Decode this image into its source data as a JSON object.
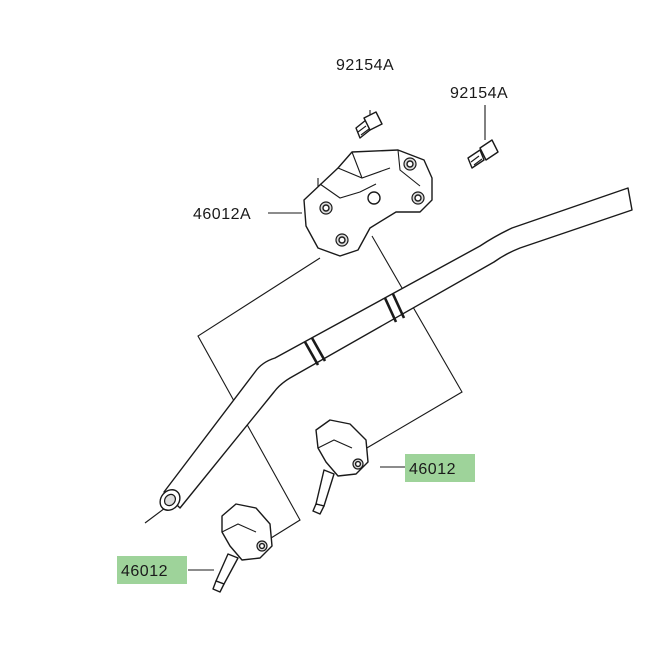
{
  "callouts": {
    "bolt_left": {
      "part_number": "92154A"
    },
    "bolt_right": {
      "part_number": "92154A"
    },
    "upper_clamp": {
      "part_number": "46012A"
    },
    "holder_right": {
      "part_number": "46012",
      "highlighted": true
    },
    "holder_left": {
      "part_number": "46012",
      "highlighted": true
    }
  },
  "colors": {
    "highlight": "#9ed39a",
    "line": "#1a1a1a",
    "background": "#ffffff"
  }
}
